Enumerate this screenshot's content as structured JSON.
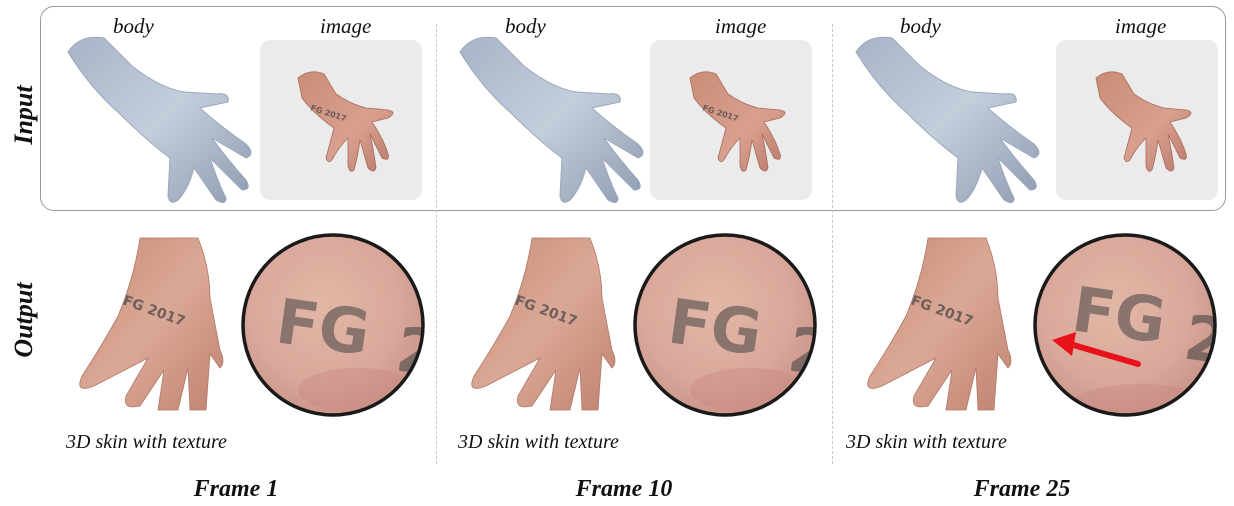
{
  "rows": {
    "input_label": "Input",
    "output_label": "Output"
  },
  "columns": [
    {
      "body_label": "body",
      "image_label": "image",
      "caption": "3D skin with texture",
      "frame_label": "Frame 1",
      "tattoo_text": "FG 2017",
      "zoom_text": "FG",
      "zoom_partial": "2"
    },
    {
      "body_label": "body",
      "image_label": "image",
      "caption": "3D skin with texture",
      "frame_label": "Frame 10",
      "tattoo_text": "FG 2017",
      "zoom_text": "FG",
      "zoom_partial": "2"
    },
    {
      "body_label": "body",
      "image_label": "image",
      "caption": "3D skin with texture",
      "frame_label": "Frame 25",
      "tattoo_text": "FG 2017",
      "zoom_text": "FG",
      "zoom_partial": "2"
    }
  ],
  "colors": {
    "mesh": "#b9c6d6",
    "skin": "#d9a58e",
    "arrow": "#e8121a"
  }
}
